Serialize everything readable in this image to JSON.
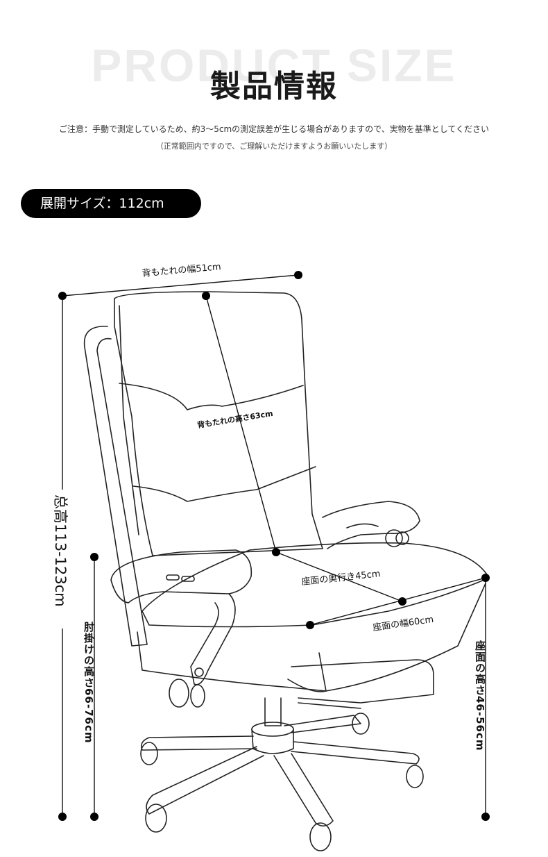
{
  "header": {
    "watermark": "PRODUCT SIZE",
    "title": "製品情報",
    "note_line1": "ご注意：手動で測定しているため、約3〜5cmの測定誤差が生じる場合がありますので、実物を基準としてください",
    "note_line2": "（正常範囲内ですので、ご理解いただけますようお願いいたします）"
  },
  "expanded_size": "展開サイズ：112cm",
  "dimensions": {
    "backrest_width": "背もたれの幅51cm",
    "backrest_height": "背もたれの高さ63cm",
    "total_height": "总高113-123cm",
    "seat_depth": "座面の奥行き45cm",
    "seat_width": "座面の幅60cm",
    "armrest_height": "肘掛けの高さ66-76cm",
    "seat_height": "座面の高さ46-56cm"
  },
  "colors": {
    "pill_background": "#000000",
    "line": "#111111",
    "watermark": "#ececec"
  }
}
